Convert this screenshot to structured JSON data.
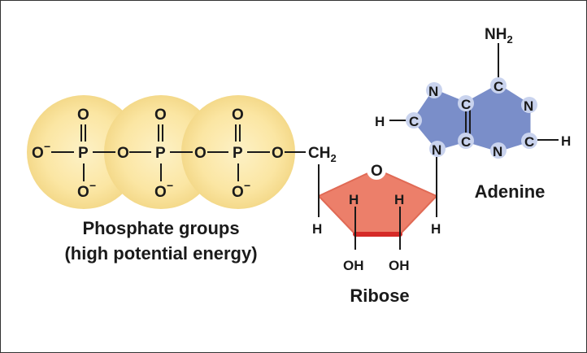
{
  "labels": {
    "phosphate_line1": "Phosphate groups",
    "phosphate_line2": "(high potential energy)",
    "ribose": "Ribose",
    "adenine": "Adenine"
  },
  "atoms": {
    "o_minus_left": "O",
    "minus_sign": "−",
    "p1": "P",
    "p2": "P",
    "p3": "P",
    "o_top": "O",
    "o_bottom": "O",
    "o_bridge": "O",
    "ch2": "CH",
    "ch2_sub": "2",
    "ring_o": "O",
    "h": "H",
    "oh": "OH",
    "n": "N",
    "c": "C",
    "nh2": "NH",
    "nh2_sub": "2"
  },
  "colors": {
    "phosphate_fill": "#fbe6a3",
    "ribose_fill": "#ec7f6a",
    "ribose_edge": "#d52a27",
    "adenine_fill": "#7a8ec9",
    "adenine_node": "#c9d3ee"
  }
}
